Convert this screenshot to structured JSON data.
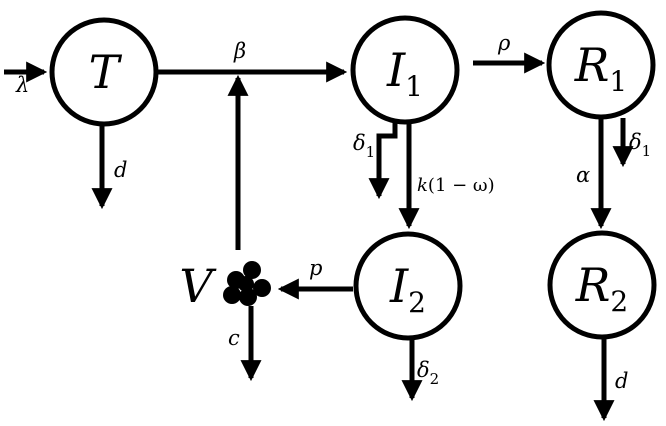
{
  "nodes": {
    "T": {
      "label": "T"
    },
    "I1": {
      "label": "I",
      "sub": "1"
    },
    "R1": {
      "label": "R",
      "sub": "1"
    },
    "I2": {
      "label": "I",
      "sub": "2"
    },
    "R2": {
      "label": "R",
      "sub": "2"
    },
    "V": {
      "label": "V"
    }
  },
  "edges": {
    "lambda": "λ",
    "beta": "β",
    "rho": "ρ",
    "d_T": "d",
    "delta1_I1": {
      "symbol": "δ",
      "sub": "1"
    },
    "k_omega": {
      "k": "k",
      "rest": "(1 − ω)"
    },
    "delta1_R1": {
      "symbol": "δ",
      "sub": "1"
    },
    "alpha": "α",
    "p": "p",
    "c": "c",
    "delta2": {
      "symbol": "δ",
      "sub": "2"
    },
    "d_R2": "d"
  }
}
